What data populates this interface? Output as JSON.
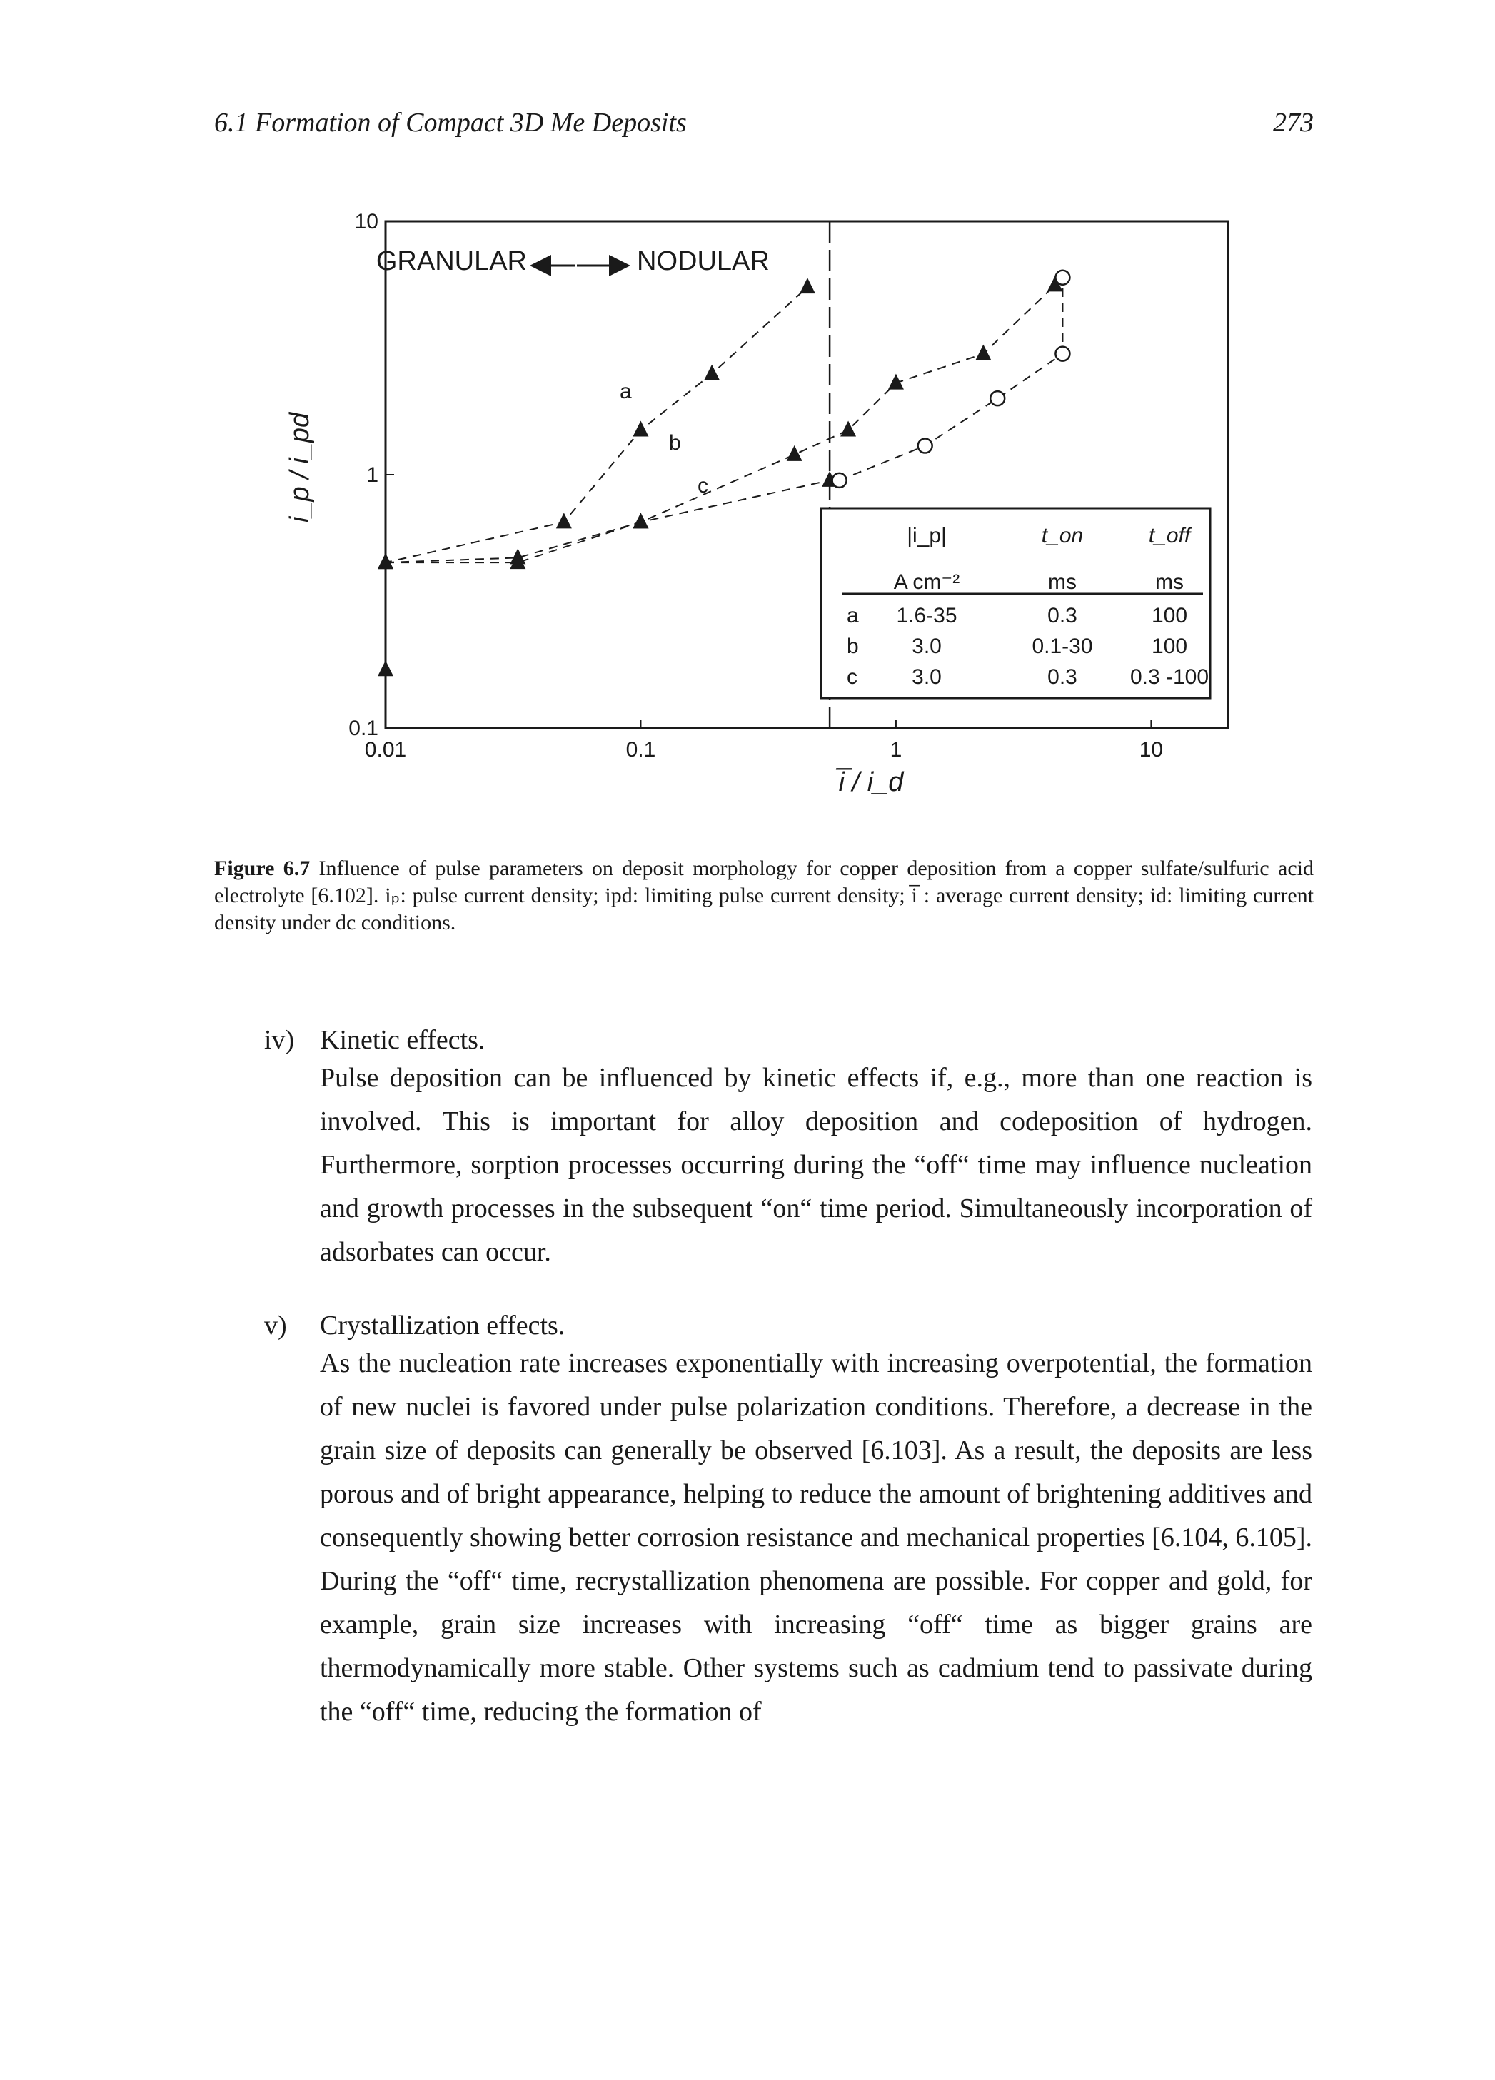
{
  "header": {
    "running_title": "6.1 Formation of Compact 3D Me Deposits",
    "page_number": "273"
  },
  "figure": {
    "region_left": "GRANULAR",
    "region_right": "NODULAR",
    "ylabel": "i_p / i_pd",
    "xlabel": "i̅ / i_d",
    "series_labels": [
      "a",
      "b",
      "c"
    ],
    "table": {
      "headers": [
        "|i_p|",
        "t_on",
        "t_off"
      ],
      "units": [
        "A cm⁻²",
        "ms",
        "ms"
      ],
      "rows": [
        [
          "a",
          "1.6-35",
          "0.3",
          "100"
        ],
        [
          "b",
          "3.0",
          "0.1-30",
          "100"
        ],
        [
          "c",
          "3.0",
          "0.3",
          "0.3 -100"
        ]
      ]
    }
  },
  "chart_data": {
    "type": "scatter",
    "xscale": "log",
    "yscale": "log",
    "xlim": [
      0.01,
      20
    ],
    "ylim": [
      0.1,
      10
    ],
    "xticks": [
      "0.01",
      "0.1",
      "1",
      "10"
    ],
    "yticks": [
      "0.1",
      "1",
      "10"
    ],
    "boundary_x": 0.55,
    "series": [
      {
        "name": "a",
        "marker": "triangle",
        "line": "dashed",
        "points": [
          [
            0.01,
            0.17
          ],
          [
            0.01,
            0.45
          ],
          [
            0.05,
            0.65
          ],
          [
            0.1,
            1.5
          ],
          [
            0.19,
            2.5
          ],
          [
            0.45,
            5.5
          ]
        ]
      },
      {
        "name": "b",
        "marker": "triangle",
        "line": "dashed",
        "points": [
          [
            0.01,
            0.45
          ],
          [
            0.033,
            0.45
          ],
          [
            0.1,
            0.65
          ],
          [
            0.4,
            1.2
          ],
          [
            0.65,
            1.5
          ],
          [
            1.0,
            2.3
          ],
          [
            2.2,
            3.0
          ],
          [
            4.2,
            5.6
          ]
        ]
      },
      {
        "name": "c",
        "marker": "triangle",
        "line": "dashed",
        "points": [
          [
            0.01,
            0.45
          ],
          [
            0.033,
            0.47
          ],
          [
            0.1,
            0.65
          ],
          [
            0.55,
            0.95
          ]
        ]
      },
      {
        "name": "c",
        "marker": "circle",
        "line": "dashed",
        "points": [
          [
            0.6,
            0.95
          ],
          [
            1.3,
            1.3
          ],
          [
            2.5,
            2.0
          ],
          [
            4.5,
            3.0
          ],
          [
            4.5,
            6.0
          ]
        ]
      }
    ]
  },
  "caption": {
    "label": "Figure 6.7",
    "text": "Influence of pulse parameters on deposit morphology for copper deposition from a copper sulfate/sulfuric acid electrolyte [6.102]. iₚ: pulse current density; ipd: limiting pulse current density; i̅ : average current density; id: limiting current density under dc conditions."
  },
  "sections": [
    {
      "num": "iv)",
      "title": "Kinetic effects.",
      "body": "Pulse deposition can be influenced by kinetic effects if, e.g., more than one reaction is involved. This is important for alloy deposition and codeposition of hydrogen. Furthermore, sorption processes occurring during the “off“ time may influence nucleation and growth processes in the subsequent “on“ time period. Simultaneously incorporation of adsorbates can occur."
    },
    {
      "num": "v)",
      "title": "Crystallization effects.",
      "body": "As the nucleation rate increases exponentially with increasing overpotential, the formation of new nuclei is favored under pulse polarization conditions. Therefore, a decrease in the grain size of deposits can generally be observed [6.103]. As a result, the deposits are less porous and of bright appearance, helping to reduce the amount of brightening additives and consequently showing better corrosion resistance and mechanical properties [6.104, 6.105]. During the “off“ time, recrystallization phenomena are possible. For copper and gold, for example, grain size increases with increasing “off“ time as bigger grains are thermodynamically more stable. Other systems such as cadmium tend to passivate during the “off“ time, reducing the formation of"
    }
  ]
}
